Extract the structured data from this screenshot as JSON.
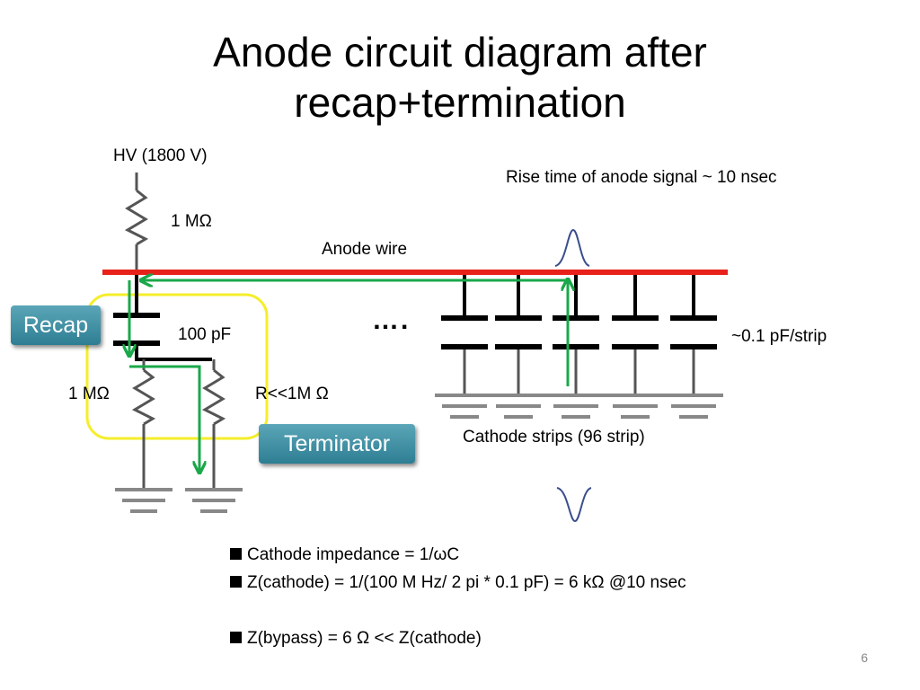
{
  "title_line1": "Anode circuit diagram after",
  "title_line2": "recap+termination",
  "labels": {
    "hv": "HV (1800 V)",
    "r_top": "1 MΩ",
    "anode_wire": "Anode wire",
    "rise_time": "Rise time of anode signal  ~ 10 nsec",
    "cap_100pf": "100 pF",
    "r_left": "1 MΩ",
    "r_term": "R<<1M Ω",
    "strip_cap": "~0.1 pF/strip",
    "cathode_strips": "Cathode strips (96 strip)",
    "dots": "…."
  },
  "badges": {
    "recap": "Recap",
    "terminator": "Terminator"
  },
  "colors": {
    "anode_wire": "#e8221b",
    "signal_path": "#1aa84a",
    "highlight_box": "#f5ee2a",
    "badge": "#3b8da2"
  },
  "bullets": {
    "b1": "Cathode impedance = 1/ωC",
    "b2": "Z(cathode) = 1/(100 M Hz/ 2 pi * 0.1 pF) = 6 kΩ @10 nsec",
    "b3": "Z(bypass) = 6 Ω << Z(cathode)"
  },
  "page_number": "6"
}
